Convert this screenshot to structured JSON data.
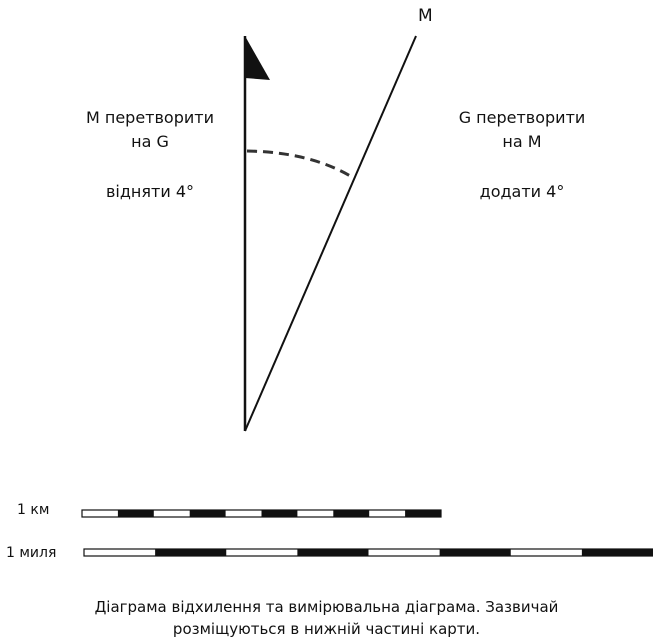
{
  "declination": {
    "magnetic_label": "M",
    "left_note": {
      "line1": "M перетворити",
      "line2": "на G",
      "rule": "відняти 4°"
    },
    "right_note": {
      "line1": "G перетворити",
      "line2": "на M",
      "rule": "додати 4°"
    }
  },
  "scale_bars": {
    "km_label": "1 км",
    "mile_label": "1 миля",
    "km_segments": 10,
    "mile_segments": 8
  },
  "caption": {
    "line1": "Діаграма відхилення та вимірювальна діаграма. Зазвичай",
    "line2": "розміщуються в нижній частині карти."
  },
  "colors": {
    "ink": "#111111",
    "paper": "#ffffff"
  }
}
